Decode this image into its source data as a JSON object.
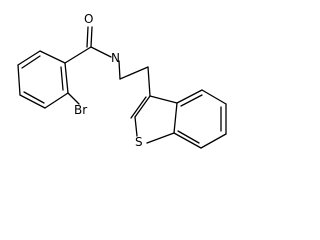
{
  "labels": {
    "oxygen": "O",
    "nitrogen": "N",
    "bromine": "Br",
    "sulfur": "S"
  },
  "colors": {
    "background": "#ffffff",
    "bond": "#000000",
    "text": "#000000"
  }
}
